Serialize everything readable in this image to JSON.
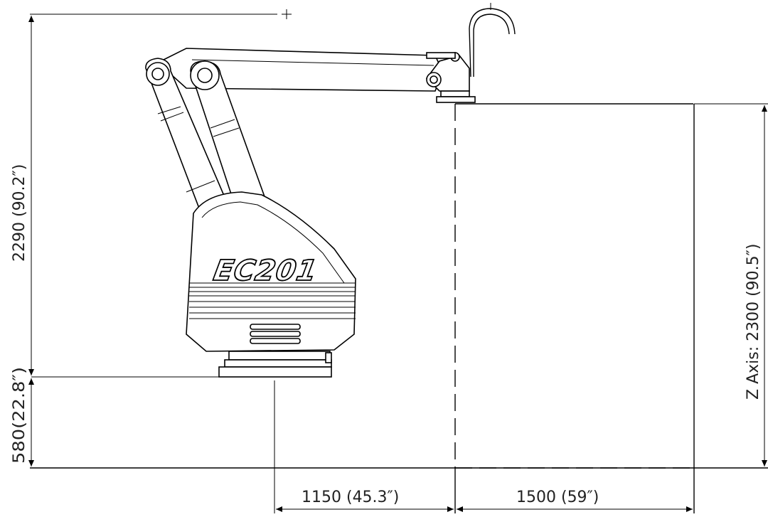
{
  "diagram": {
    "model_label": "EC201",
    "dimensions": {
      "total_height": "2290 (90.2″)",
      "base_height": "580(22.8″)",
      "z_axis": "Z Axis: 2300 (90.5″)",
      "reach_offset": "1150 (45.3″)",
      "work_width": "1500 (59″)"
    },
    "colors": {
      "line": "#000000",
      "text": "#222222",
      "background": "#ffffff"
    }
  }
}
